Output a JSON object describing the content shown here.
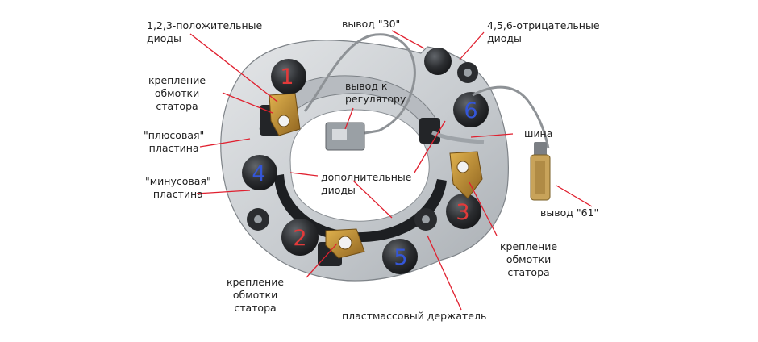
{
  "labels": {
    "positive_diodes": "1,2,3-положительные\nдиоды",
    "output_30": "вывод \"30\"",
    "negative_diodes": "4,5,6-отрицательные\nдиоды",
    "stator_mount_top": "крепление\nобмотки\nстатора",
    "regulator_output": "вывод к\nрегулятору",
    "plus_plate": "\"плюсовая\"\nпластина",
    "bus": "шина",
    "minus_plate": "\"минусовая\"\nпластина",
    "extra_diodes": "дополнительные\nдиоды",
    "output_61": "вывод \"61\"",
    "stator_mount_right": "крепление\nобмотки\nстатора",
    "stator_mount_bottom": "крепление\nобмотки\nстатора",
    "plastic_holder": "пластмассовый держатель"
  },
  "diode_numbers": [
    "1",
    "2",
    "3",
    "4",
    "5",
    "6"
  ],
  "colors": {
    "positive": "#e23a3a",
    "negative": "#3456d8",
    "leader": "#e0202f",
    "plate": "#c9cdd1",
    "diode": "#2b2d30",
    "brass": "#b88a2c",
    "plastic": "#1d1f22"
  }
}
